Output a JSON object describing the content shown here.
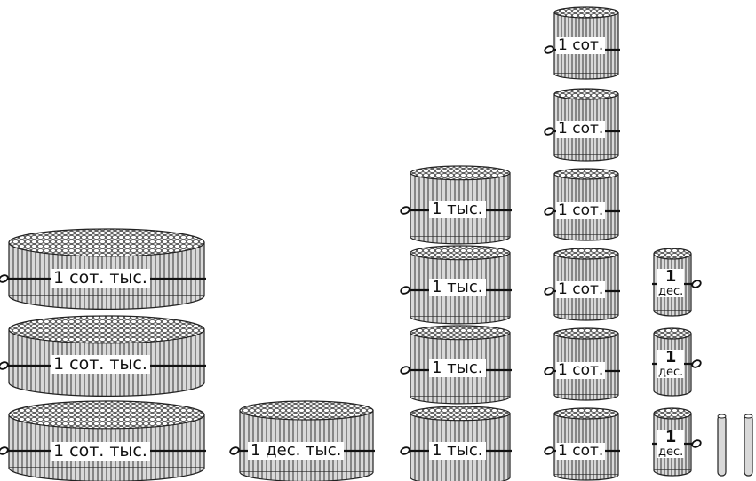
{
  "bundles": {
    "hundred_thousands": [
      {
        "label": "1 сот. тыс."
      },
      {
        "label": "1 сот. тыс."
      },
      {
        "label": "1 сот. тыс."
      }
    ],
    "ten_thousands": [
      {
        "label": "1 дес. тыс."
      }
    ],
    "thousands": [
      {
        "label": "1 тыс."
      },
      {
        "label": "1 тыс."
      },
      {
        "label": "1 тыс."
      },
      {
        "label": "1 тыс."
      }
    ],
    "hundreds": [
      {
        "label": "1 сот."
      },
      {
        "label": "1 сот."
      },
      {
        "label": "1 сот."
      },
      {
        "label": "1 сот."
      },
      {
        "label": "1 сот."
      },
      {
        "label": "1 сот."
      }
    ],
    "tens": [
      {
        "number": "1",
        "unit": "дес."
      },
      {
        "number": "1",
        "unit": "дес."
      },
      {
        "number": "1",
        "unit": "дес."
      }
    ],
    "single_sticks": 2
  },
  "colors": {
    "stick_fill": "#d9d9d9",
    "stick_stroke": "#222222",
    "top_fill": "#bdbdbd",
    "string": "#111111"
  }
}
